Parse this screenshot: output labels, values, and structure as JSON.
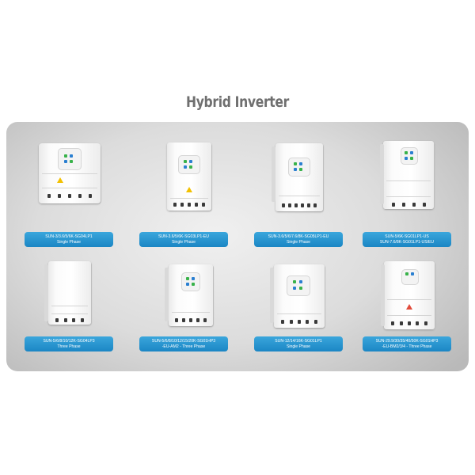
{
  "page": {
    "title": "Hybrid Inverter"
  },
  "products": [
    {
      "model": "SUN-3/3.6/5/6K-SG04LP1",
      "phase": "Single Phase"
    },
    {
      "model": "SUN-3.6/5/6K-SG03LP1-EU",
      "phase": "Single Phase"
    },
    {
      "model": "SUN-3.6/5/6/7.6/8K-SG05LP1-EU",
      "phase": "Single Phase"
    },
    {
      "model": "SUN-5/6K-SG01LP1-US",
      "phase": "SUN-7.6/8K-SG01LP1-US/EU"
    },
    {
      "model": "SUN-5/6/8/10/12K-SG04LP3",
      "phase": "Three Phase"
    },
    {
      "model": "SUN-5/6/8/10/12/15/20K-SG01HP3",
      "phase": "-EU-AM2 - Three Phase"
    },
    {
      "model": "SUN-12/14/16K-SG01LP1",
      "phase": "Single Phase"
    },
    {
      "model": "SUN-29.9/30/35/40/50K-SG01HP3",
      "phase": "-EU-BM2/3/4 - Three Phase"
    }
  ]
}
